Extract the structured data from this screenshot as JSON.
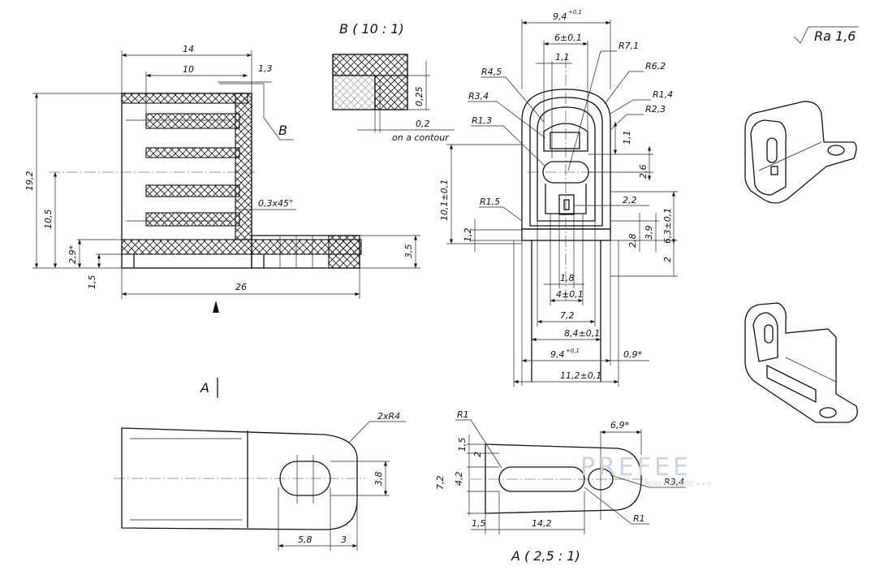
{
  "labels": {
    "detail_b_title": "B ( 10 : 1)",
    "view_a_title": "A ( 2,5 : 1)",
    "view_a_marker": "A",
    "callout_b": "B",
    "roughness": "Ra 1,6",
    "on_contour": "on a contour"
  },
  "section_dims": {
    "w14": "14",
    "w10": "10",
    "w13": "1,3",
    "h192": "19,2",
    "h105": "10,5",
    "h29": "2,9*",
    "h15": "1,5",
    "w26": "26",
    "h35": "3,5",
    "chamfer": "0,3x45°"
  },
  "detail_b_dims": {
    "d025": "0,25",
    "d02": "0,2"
  },
  "front_dims": {
    "w94top": "9,4",
    "tol01": "+0,1",
    "w6": "6±0,1",
    "w11": "1,1",
    "r71": "R7,1",
    "r62": "R6,2",
    "r45": "R4,5",
    "r34": "R3,4",
    "r14": "R1,4",
    "r23": "R2,3",
    "r13": "R1,3",
    "h11": "1,1",
    "h26": "2,6",
    "h101": "10,1±0,1",
    "r15": "R1,5",
    "h22": "2,2",
    "h63": "6,3±0,1",
    "h12": "1,2",
    "h28": "2,8",
    "h39": "3,9",
    "h2": "2",
    "w18": "1,8",
    "w4": "4±0,1",
    "w72": "7,2",
    "w84": "8,4±0,1",
    "w94bot": "9,4",
    "w09": "0,9*",
    "w112": "11,2±0,1"
  },
  "bottom_dims": {
    "r4": "2xR4",
    "h38": "3,8",
    "w58": "5,8",
    "w3": "3"
  },
  "viewa_dims": {
    "r1a": "R1",
    "h15": "1,5",
    "h2": "2",
    "w69": "6,9*",
    "h72": "7,2",
    "h42": "4,2",
    "r34": "R3,4",
    "r1b": "R1",
    "w15": "1,5",
    "w142": "14,2"
  },
  "watermark": {
    "text": "PREFEE",
    "subtext": "REAL FITTINGS <<<"
  },
  "colors": {
    "line": "#111111",
    "watermark": "#c9d2ea"
  }
}
